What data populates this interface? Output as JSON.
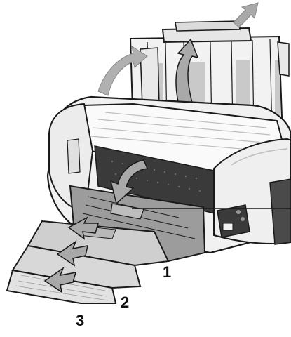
{
  "illustration": {
    "subject": "inkjet-printer",
    "colors": {
      "outline": "#1a1a1a",
      "body": "#f3f3f3",
      "shadow": "#bdbdbd",
      "dark": "#3a3a3a",
      "tray": "#9c9c9c",
      "arrow": "#a9a9a9"
    }
  },
  "callouts": {
    "step1": "1",
    "step2": "2",
    "step3": "3"
  }
}
